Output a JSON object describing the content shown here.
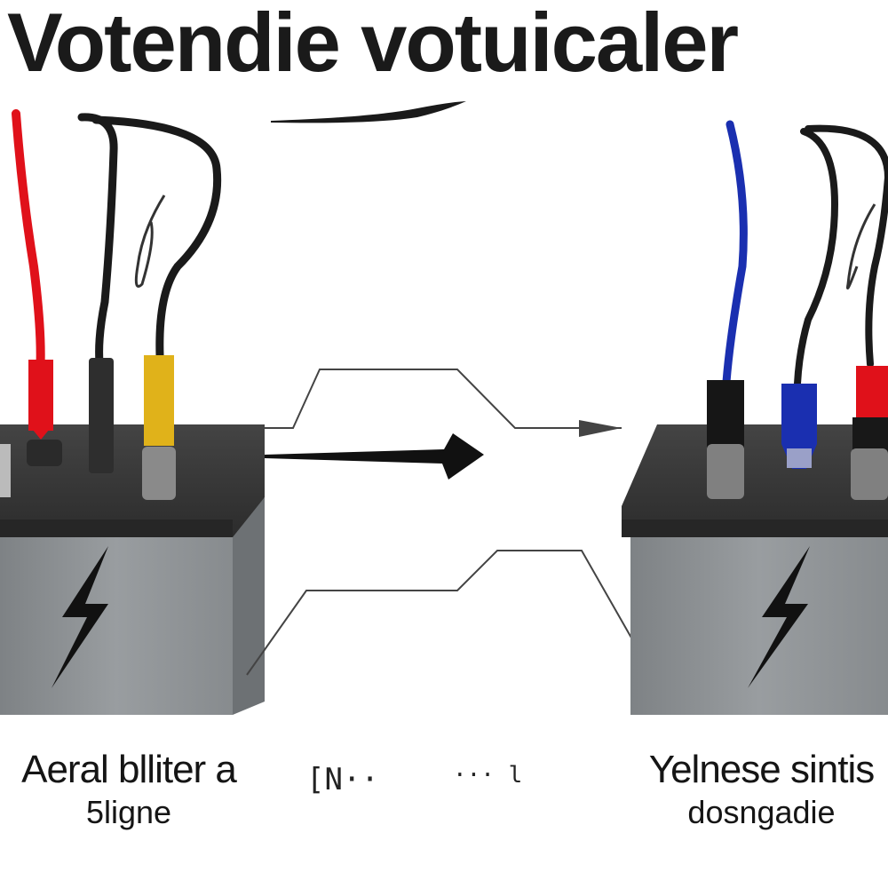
{
  "title": "Votendie votuicaler",
  "captions": {
    "left_line1": "Aeral blliter a",
    "left_line2": "5ligne",
    "right_line1": "Yelnese sintis",
    "right_line2": "dosngadie"
  },
  "mid_glyphs": {
    "left": "[N··",
    "right": "··· l"
  },
  "icons": {
    "left_bolt": "lightning-bolt-icon",
    "right_bolt": "lightning-bolt-icon",
    "arrow": "right-arrow-icon"
  },
  "colors": {
    "red_wire": "#e0111a",
    "blue_wire": "#1a2fb0",
    "yellow_terminal": "#e0b21a",
    "battery_top": "#3a3a3a",
    "battery_body": "#8d9194",
    "wire_black": "#1a1a1a"
  }
}
